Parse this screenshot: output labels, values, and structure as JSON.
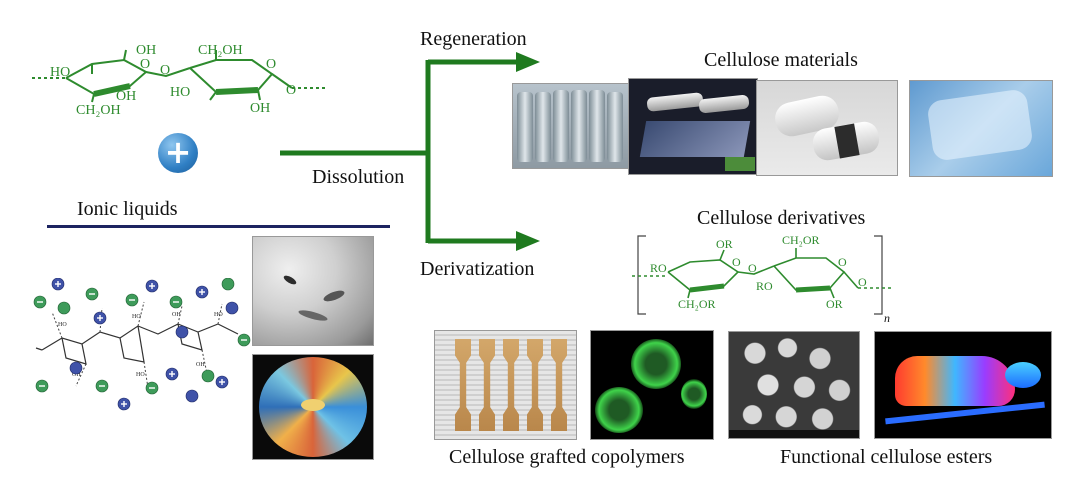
{
  "labels": {
    "regeneration": "Regeneration",
    "dissolution": "Dissolution",
    "derivatization": "Derivatization",
    "ionic_liquids": "Ionic liquids",
    "cellulose_materials": "Cellulose materials",
    "cellulose_derivatives": "Cellulose derivatives",
    "grafted_copolymers": "Cellulose grafted copolymers",
    "functional_esters": "Functional cellulose esters"
  },
  "cellulose_structure": {
    "oh_top_left": "OH",
    "ch2oh_top": "CH₂OH",
    "ho_left": "HO",
    "ch2oh_bottom": "CH₂OH",
    "oh_under": "OH",
    "ho_right": "HO",
    "oh_right": "OH",
    "o_ring1": "O",
    "o_ring2": "O",
    "o_bridge": "O",
    "o_end": "O"
  },
  "derivative_structure": {
    "or_1": "OR",
    "ch2or_top": "CH₂OR",
    "ro_left": "RO",
    "ch2or_bottom": "CH₂OR",
    "ro_right": "RO",
    "or_right": "OR",
    "o_bridge": "O",
    "o_ring1": "O",
    "o_ring2": "O",
    "o_end": "O",
    "subscript_n": "n"
  },
  "plus_symbol": "+",
  "colors": {
    "green": "#2e8b2e",
    "divider_navy": "#1c2360",
    "plus_blue": "#2f7fc4"
  }
}
